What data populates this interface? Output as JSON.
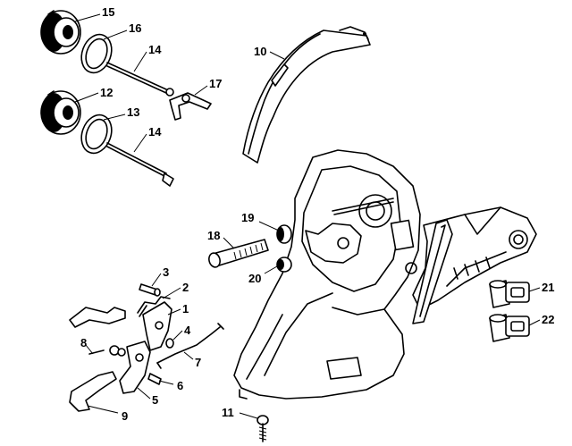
{
  "callouts": [
    {
      "id": "c15",
      "text": "15"
    },
    {
      "id": "c16",
      "text": "16"
    },
    {
      "id": "c14a",
      "text": "14"
    },
    {
      "id": "c17",
      "text": "17"
    },
    {
      "id": "c12",
      "text": "12"
    },
    {
      "id": "c13",
      "text": "13"
    },
    {
      "id": "c14b",
      "text": "14"
    },
    {
      "id": "c10",
      "text": "10"
    },
    {
      "id": "c19",
      "text": "19"
    },
    {
      "id": "c18",
      "text": "18"
    },
    {
      "id": "c20",
      "text": "20"
    },
    {
      "id": "c3",
      "text": "3"
    },
    {
      "id": "c2",
      "text": "2"
    },
    {
      "id": "c1",
      "text": "1"
    },
    {
      "id": "c4",
      "text": "4"
    },
    {
      "id": "c8",
      "text": "8"
    },
    {
      "id": "c7",
      "text": "7"
    },
    {
      "id": "c6",
      "text": "6"
    },
    {
      "id": "c5",
      "text": "5"
    },
    {
      "id": "c9",
      "text": "9"
    },
    {
      "id": "c11",
      "text": "11"
    },
    {
      "id": "c21",
      "text": "21"
    },
    {
      "id": "c22",
      "text": "22"
    }
  ]
}
